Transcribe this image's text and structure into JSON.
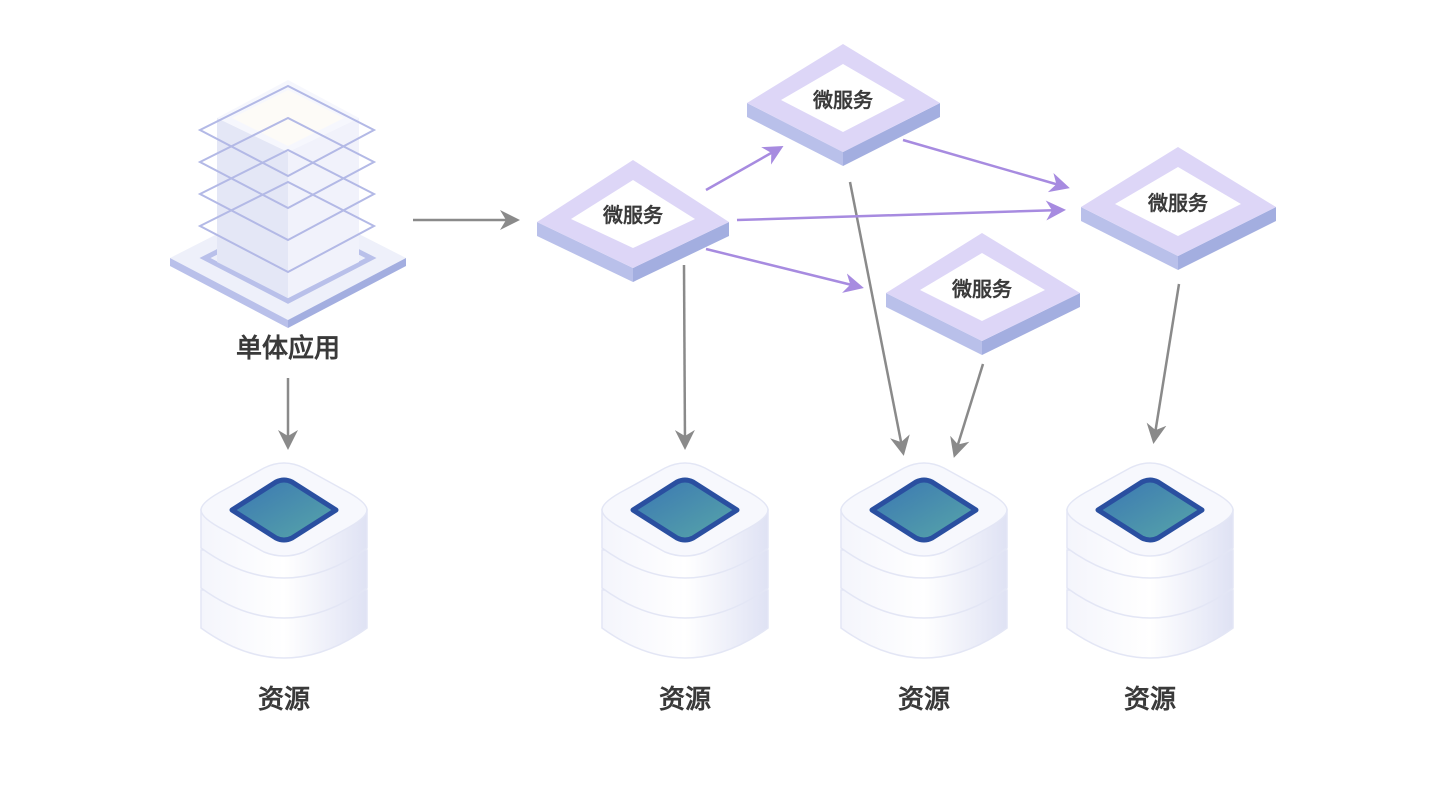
{
  "monolith": {
    "label": "单体应用"
  },
  "microservices": [
    {
      "label": "微服务"
    },
    {
      "label": "微服务"
    },
    {
      "label": "微服务"
    },
    {
      "label": "微服务"
    }
  ],
  "resources": [
    {
      "label": "资源"
    },
    {
      "label": "资源"
    },
    {
      "label": "资源"
    },
    {
      "label": "资源"
    }
  ],
  "colors": {
    "gray_arrow": "#8a8a8a",
    "purple_arrow": "#a78be0",
    "tile_top": "#ddd6f7",
    "tile_side_left": "#b9c0ea",
    "tile_side_right": "#a3aee0",
    "db_top_fill": "#3f8fb0",
    "db_top_border": "#2a4fa0"
  }
}
